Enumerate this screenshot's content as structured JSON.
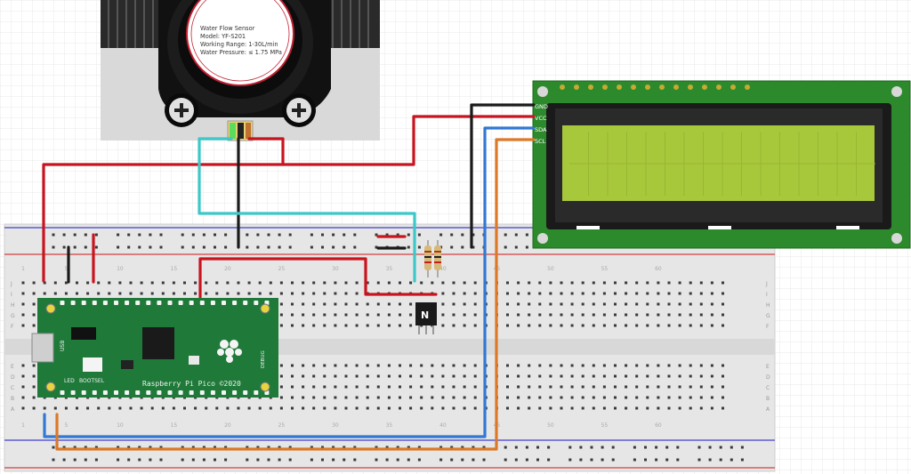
{
  "sensor": {
    "label_lines": [
      "Water Flow Sensor",
      "Model: YF-S201",
      "Working Range: 1-30L/min",
      "Water Pressure: ≤ 1.75 MPa"
    ]
  },
  "lcd": {
    "pins": [
      "GND",
      "VCC",
      "SDA",
      "SCL"
    ],
    "screen_color": "#a8c83c",
    "board_color": "#2c8a2c"
  },
  "pico": {
    "board_text": "Raspberry Pi Pico ©2020",
    "usb_label": "USB",
    "bootsel_label": "BOOTSEL",
    "led_label": "LED",
    "debug_label": "DEBUG"
  },
  "breadboard": {
    "row_letters_top": [
      "J",
      "I",
      "H",
      "G",
      "F"
    ],
    "row_letters_bottom": [
      "E",
      "D",
      "C",
      "B",
      "A"
    ],
    "column_numbers": [
      "1",
      "5",
      "10",
      "15",
      "20",
      "25",
      "30",
      "35",
      "40",
      "45",
      "50",
      "55",
      "60"
    ]
  },
  "transistor": {
    "label": "N"
  },
  "wire_colors": {
    "red": "#c8141e",
    "black": "#1a1a1a",
    "blue": "#3278d2",
    "orange": "#dc7828",
    "cyan": "#3cc8c8"
  }
}
